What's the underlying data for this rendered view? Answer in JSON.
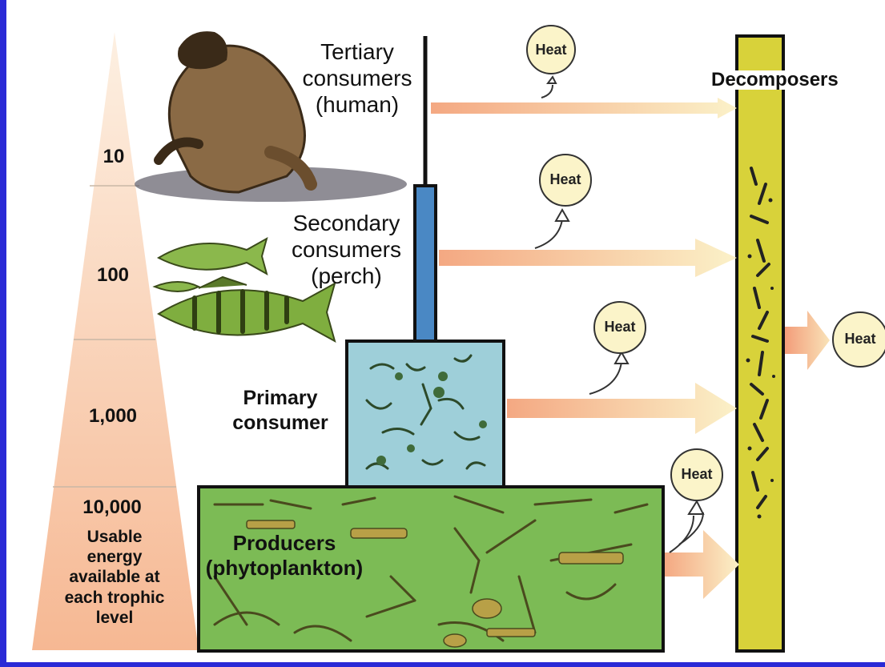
{
  "pyramid": {
    "levels": [
      {
        "value": "10"
      },
      {
        "value": "100"
      },
      {
        "value": "1,000"
      },
      {
        "value": "10,000"
      }
    ],
    "caption": [
      "Usable",
      "energy",
      "available at",
      "each trophic",
      "level"
    ]
  },
  "trophic_levels": {
    "tertiary": [
      "Tertiary",
      "consumers",
      "(human)"
    ],
    "secondary": [
      "Secondary",
      "consumers",
      "(perch)"
    ],
    "primary": [
      "Primary",
      "consumer"
    ],
    "producers": [
      "Producers",
      "(phytoplankton)"
    ]
  },
  "decomposers_label": "Decomposers",
  "heat_label": "Heat",
  "colors": {
    "background": "#2a2ad6",
    "pyramid_top": "#fdf0e2",
    "pyramid_bottom": "#f6b893",
    "producers_fill": "#7cbb55",
    "primary_fill": "#9ecfd9",
    "secondary_bar": "#4a88c4",
    "decomposer_bar": "#d8d23a",
    "heat_circle": "#fbf4c9",
    "arrow_start": "#f4a882",
    "arrow_end": "#fbf1c8"
  },
  "icons": [
    "human-figure",
    "perch-fish",
    "zooplankton",
    "phytoplankton",
    "bacteria"
  ]
}
